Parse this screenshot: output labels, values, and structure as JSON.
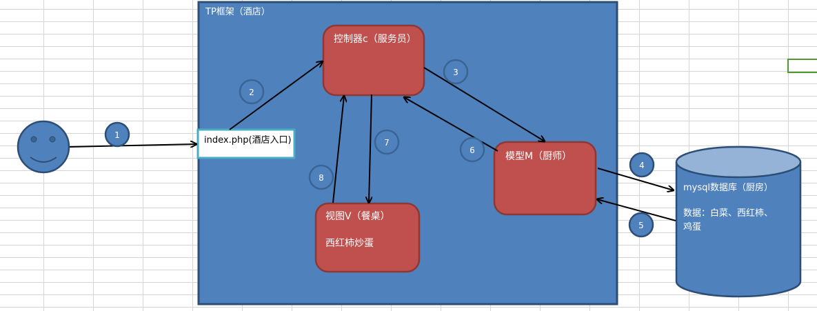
{
  "framework": {
    "title": "TP框架（酒店）"
  },
  "entry": {
    "label": "index.php(酒店入口)"
  },
  "controller": {
    "label": "控制器c（服务员）"
  },
  "model": {
    "label": "模型M（厨师）"
  },
  "view": {
    "label": "视图V（餐桌）",
    "content": "西红柿炒蛋"
  },
  "database": {
    "label": "mysql数据库（厨房）",
    "content_line1": "数据：白菜、西红柿、",
    "content_line2": "鸡蛋"
  },
  "steps": [
    "1",
    "2",
    "3",
    "4",
    "5",
    "6",
    "7",
    "8"
  ],
  "colors": {
    "frame": "#4f81bd",
    "frame_border": "#2c4d75",
    "box": "#c0504d",
    "box_border": "#8c3836",
    "entry_border": "#4bacc6",
    "db_top": "#95b3d7",
    "selected_cell": "#70ad47"
  }
}
